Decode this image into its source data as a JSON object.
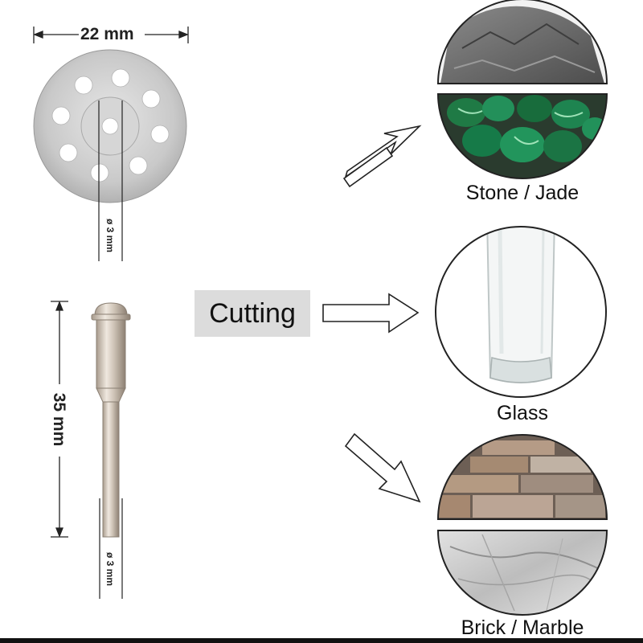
{
  "dimensions": {
    "disc_diameter": "22 mm",
    "disc_bore": "ø 3 mm",
    "mandrel_length": "35 mm",
    "mandrel_shank": "ø 3 mm"
  },
  "action_label": "Cutting",
  "materials": [
    {
      "label": "Stone / Jade",
      "icon": "stone-jade-image"
    },
    {
      "label": "Glass",
      "icon": "glass-image"
    },
    {
      "label": "Brick / Marble",
      "icon": "brick-marble-image"
    }
  ],
  "colors": {
    "label_background": "#dcdcdc",
    "jade": "#1f7a45",
    "stone": "#6b6b6b",
    "brick": "#a58a72",
    "marble": "#cfcfcf"
  }
}
